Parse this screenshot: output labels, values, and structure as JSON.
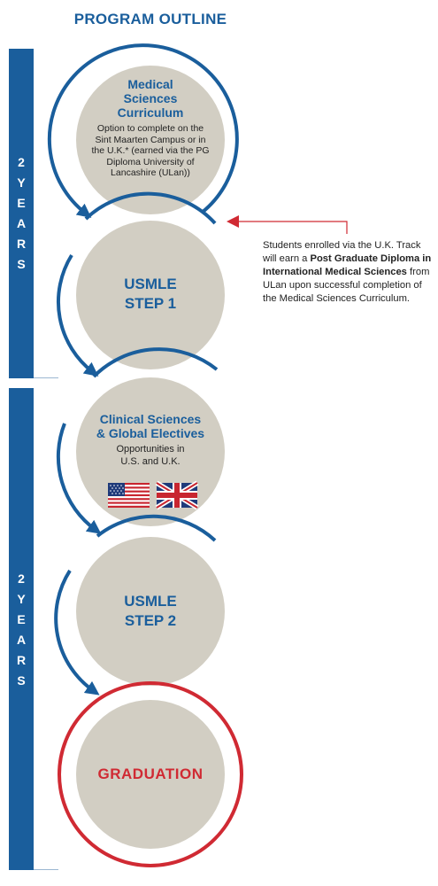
{
  "title": "PROGRAM OUTLINE",
  "bars": [
    {
      "label": [
        "2",
        "Y",
        "E",
        "A",
        "R",
        "S"
      ]
    },
    {
      "label": [
        "2",
        "Y",
        "E",
        "A",
        "R",
        "S"
      ]
    }
  ],
  "circles": {
    "medical": {
      "heading": [
        "Medical",
        "Sciences",
        "Curriculum"
      ],
      "description": [
        "Option to complete on the",
        "Sint Maarten Campus or in",
        "the U.K.* (earned via the PG",
        "Diploma University of",
        "Lancashire (ULan))"
      ]
    },
    "step1": {
      "label": [
        "USMLE",
        "STEP 1"
      ]
    },
    "clinical": {
      "heading": [
        "Clinical Sciences",
        "& Global Electives"
      ],
      "description": [
        "Opportunities in",
        "U.S. and U.K."
      ]
    },
    "step2": {
      "label": [
        "USMLE",
        "STEP 2"
      ]
    },
    "graduation": {
      "label": "GRADUATION"
    }
  },
  "note": {
    "text_before": "Students enrolled via the U.K. Track will earn a ",
    "bold": "Post Graduate Diploma in International Medical Sciences",
    "text_after": " from ULan upon successful completion of the Medical Sciences Curriculum."
  },
  "colors": {
    "blue": "#1a5e9c",
    "red": "#d02a33",
    "circle_fill": "#d2cec3"
  },
  "icons": {
    "us_flag": "us-flag-icon",
    "uk_flag": "uk-flag-icon"
  }
}
